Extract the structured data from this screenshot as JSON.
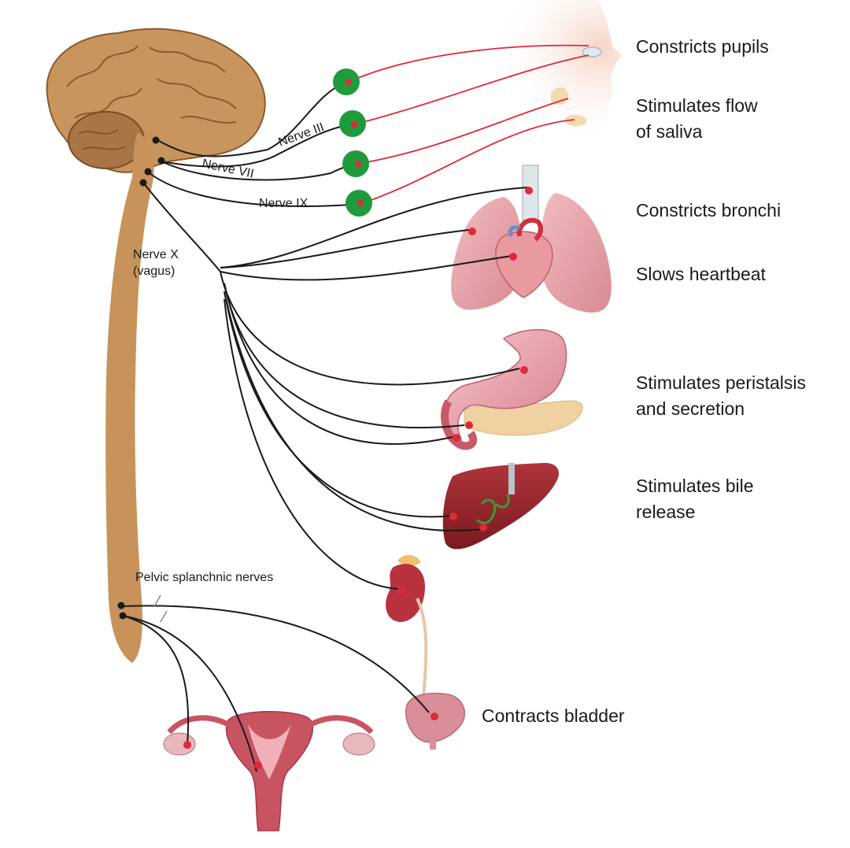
{
  "nerves": {
    "nerve_iii": "Nerve III",
    "nerve_vii": "Nerve VII",
    "nerve_ix": "Nerve IX",
    "nerve_x": [
      "Nerve X",
      "(vagus)"
    ],
    "pelvic": "Pelvic splanchnic nerves"
  },
  "effects": {
    "pupils": [
      "Constricts pupils"
    ],
    "saliva": [
      "Stimulates flow",
      "of saliva"
    ],
    "bronchi": [
      "Constricts bronchi"
    ],
    "heart": [
      "Slows heartbeat"
    ],
    "stomach": [
      "Stimulates peristalsis",
      "and secretion"
    ],
    "bile": [
      "Stimulates bile",
      "release"
    ],
    "bladder": [
      "Contracts bladder"
    ]
  },
  "colors": {
    "brain": "#c9955e",
    "cerebellum": "#a87545",
    "spinal_cord": "#c7935a",
    "ganglion": "#1f9b3c",
    "postganglionic_fiber": "#e0283a",
    "preganglionic_fiber": "#1a1a1a",
    "lung": "#e7a1a6",
    "liver": "#8e1e25",
    "stomach": "#e8a0aa",
    "kidney": "#b8323e",
    "bladder": "#d98e9a",
    "uterus": "#c85462"
  }
}
